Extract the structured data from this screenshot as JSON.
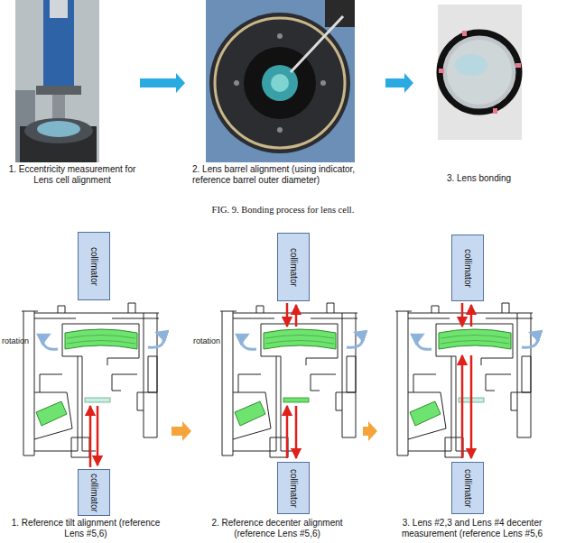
{
  "diagram": {
    "caption": "FIG. 9. Bonding process for lens cell.",
    "nodes": [
      {
        "text": [
          "1. Eccentricity measurement for Lens cell alignment"
        ]
      },
      {
        "text": [
          "2. Lens barrel alignment (using indicator, reference barrel outer diameter)"
        ]
      },
      {
        "text": [
          "3. Lens bonding"
        ]
      },
      {
        "text": [
          "1. Reference tilt alignment (reference Lens #5,6)"
        ]
      },
      {
        "text": [
          "collimator"
        ],
        "in": 3
      },
      {
        "text": [
          "collimator"
        ],
        "in": 3
      },
      {
        "text": [
          "2. Reference decenter alignment (reference Lens #5,6)"
        ]
      },
      {
        "text": [
          "collimator"
        ],
        "in": 6
      },
      {
        "text": [
          "collimator"
        ],
        "in": 6
      },
      {
        "text": [
          "3. Lens #2,3 and Lens #4 decenter measurement (reference Lens #5,6"
        ]
      },
      {
        "text": [
          "collimator"
        ],
        "in": 9
      },
      {
        "text": [
          "collimator"
        ],
        "in": 9
      }
    ],
    "edges": [
      {
        "from": 0,
        "to": 1,
        "arrow": "to"
      },
      {
        "from": 1,
        "to": 2,
        "arrow": "to"
      },
      {
        "from": 3,
        "to": 6,
        "arrow": "to"
      },
      {
        "from": 6,
        "to": 9,
        "arrow": "to"
      }
    ],
    "labels": [
      "rotation",
      "rotation"
    ]
  }
}
